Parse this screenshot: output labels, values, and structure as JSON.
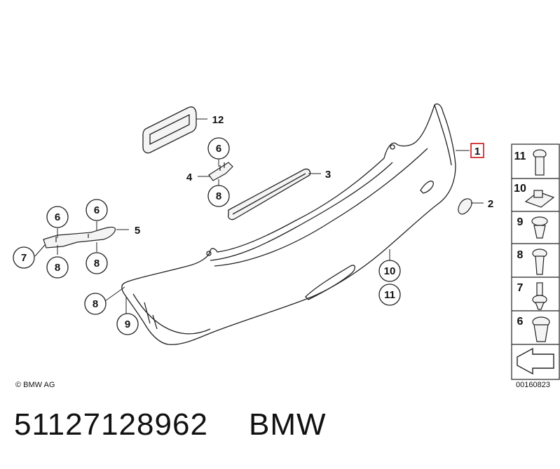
{
  "callouts": {
    "c1": "1",
    "c2": "2",
    "c3": "3",
    "c4": "4",
    "c5": "5",
    "c6": "6",
    "c7": "7",
    "c8": "8",
    "c9": "9",
    "c10": "10",
    "c11": "11",
    "c12": "12"
  },
  "sidebar": {
    "items": [
      "11",
      "10",
      "9",
      "8",
      "7",
      "6"
    ]
  },
  "copyright": "© BMW AG",
  "diagram_code": "00160823",
  "footer": {
    "part_number": "51127128962",
    "brand": "BMW"
  }
}
